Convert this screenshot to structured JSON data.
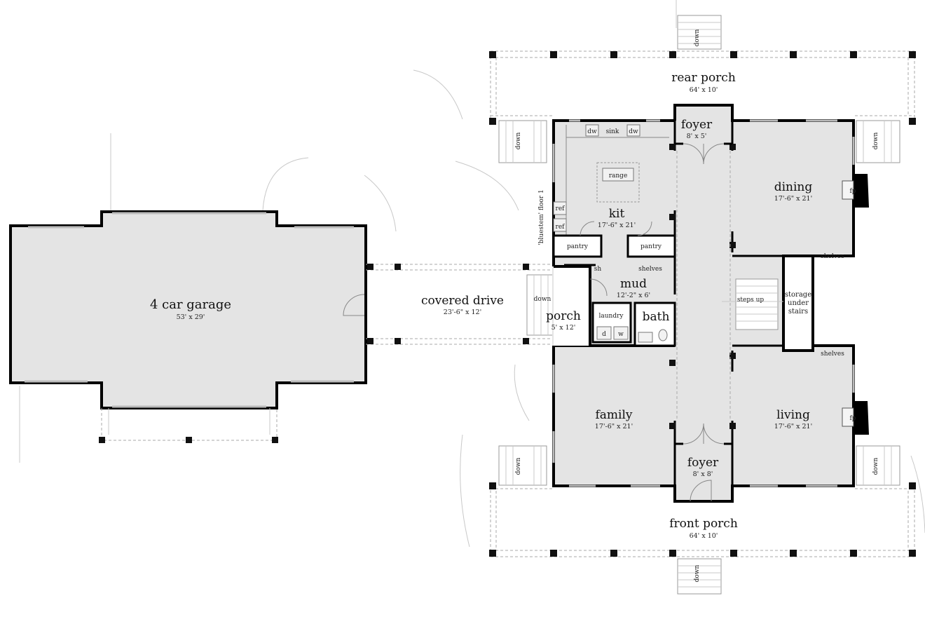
{
  "garage": {
    "name": "4 car garage",
    "dim": "53' x 29'"
  },
  "covered_drive": {
    "name": "covered drive",
    "dim": "23'-6\" x 12'"
  },
  "porch": {
    "name": "porch",
    "dim": "5' x 12'"
  },
  "rear_porch": {
    "name": "rear porch",
    "dim": "64' x 10'"
  },
  "front_porch": {
    "name": "front porch",
    "dim": "64' x 10'"
  },
  "foyer_rear": {
    "name": "foyer",
    "dim": "8' x 5'"
  },
  "foyer_front": {
    "name": "foyer",
    "dim": "8' x 8'"
  },
  "kitchen": {
    "name": "kit",
    "dim": "17'-6\" x 21'"
  },
  "dining": {
    "name": "dining",
    "dim": "17'-6\" x 21'"
  },
  "family": {
    "name": "family",
    "dim": "17'-6\" x 21'"
  },
  "living": {
    "name": "living",
    "dim": "17'-6\" x 21'"
  },
  "mud": {
    "name": "mud",
    "dim": "12'-2\" x 6'"
  },
  "bath": {
    "name": "bath"
  },
  "labels": {
    "dw": "dw",
    "sink": "sink",
    "range": "range",
    "ref": "ref",
    "pantry": "pantry",
    "shelves": "shelves",
    "sh": "sh",
    "laundry": "laundry",
    "dryer": "d",
    "washer": "w",
    "fp": "fp",
    "steps_up": "steps up",
    "storage_line1": "storage",
    "storage_line2": "under",
    "storage_line3": "stairs",
    "down": "down",
    "bluestem": "'bluestem' floor 1"
  }
}
